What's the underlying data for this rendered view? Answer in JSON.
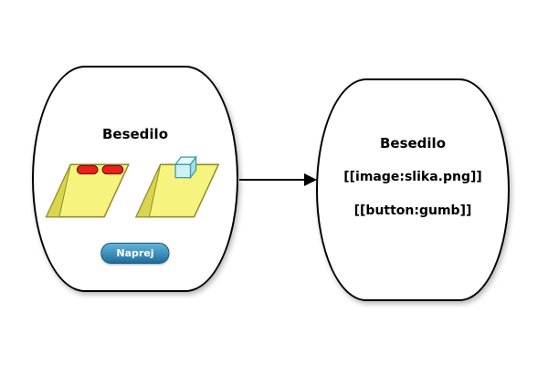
{
  "diagram": {
    "left_node": {
      "title": "Besedilo",
      "button_label": "Naprej",
      "illustration": "yellow-ramps-with-red-pills-and-cyan-cube"
    },
    "right_node": {
      "title": "Besedilo",
      "image_placeholder": "[[image:slika.png]]",
      "button_placeholder": "[[button:gumb]]"
    },
    "colors": {
      "node_border": "#000000",
      "node_fill": "#ffffff",
      "button_blue_top": "#62b5da",
      "button_blue_bottom": "#1e6e9c",
      "ramp_yellow": "#f6f37e",
      "ramp_shadow_yellow": "#d9d54e",
      "ramp_outline": "#8f8f2a",
      "pill_red": "#e8211a",
      "pill_outline": "#7d100b",
      "cube_cyan": "#cdf2f2",
      "cube_outline": "#3a9aa8",
      "arrow": "#000000"
    }
  }
}
